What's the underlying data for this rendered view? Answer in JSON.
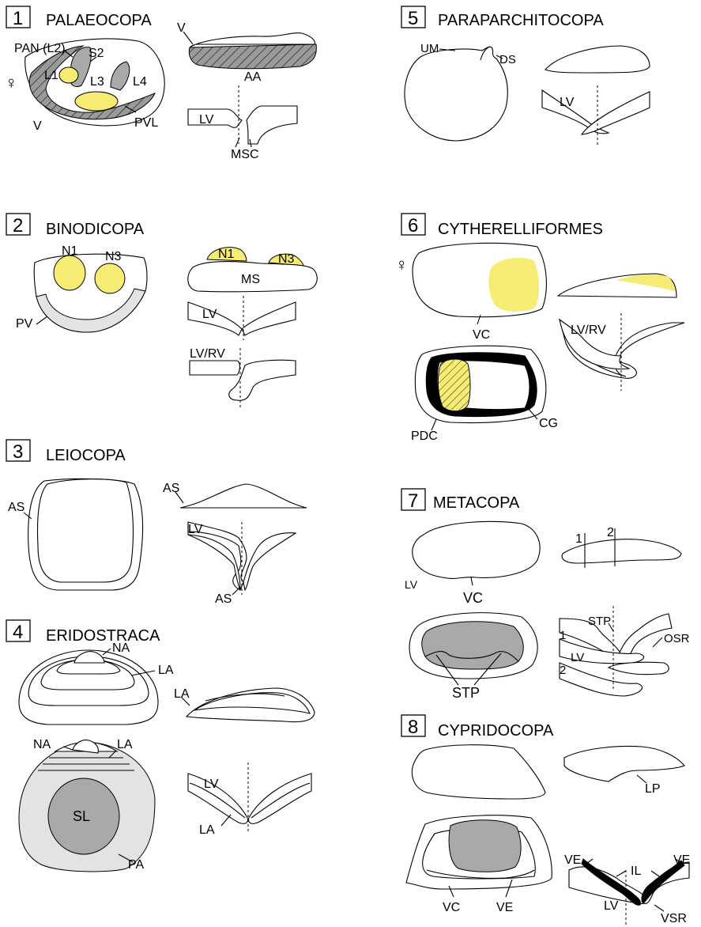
{
  "panels": [
    {
      "number": "1",
      "name": "PALAEOCOPA"
    },
    {
      "number": "2",
      "name": "BINODICOPA"
    },
    {
      "number": "3",
      "name": "LEIOCOPA"
    },
    {
      "number": "4",
      "name": "ERIDOSTRACA"
    },
    {
      "number": "5",
      "name": "PARAPARCHITOCOPA"
    },
    {
      "number": "6",
      "name": "CYTHERELLIFORMES"
    },
    {
      "number": "7",
      "name": "METACOPA"
    },
    {
      "number": "8",
      "name": "CYPRIDOCOPA"
    }
  ],
  "labels": {
    "p1": {
      "pan": "PAN (L2)",
      "s2": "S2",
      "l1": "L1",
      "l3": "L3",
      "l4": "L4",
      "female": "♀",
      "v": "V",
      "pvl": "PVL",
      "v_top": "V",
      "aa": "AA",
      "lv": "LV",
      "msc": "MSC"
    },
    "p2": {
      "n1": "N1",
      "n3": "N3",
      "pv": "PV",
      "n1b": "N1",
      "n3b": "N3",
      "ms": "MS",
      "lv": "LV",
      "lvrv": "LV/RV"
    },
    "p3": {
      "as_left": "AS",
      "as_top": "AS",
      "lv": "LV",
      "as_bottom": "AS"
    },
    "p4": {
      "na": "NA",
      "la": "LA",
      "la_side": "LA",
      "na2": "NA",
      "la2": "LA",
      "sl": "SL",
      "pa": "PA",
      "lv": "LV",
      "la3": "LA"
    },
    "p5": {
      "um": "UM",
      "ds": "DS",
      "lv": "LV"
    },
    "p6": {
      "female": "♀",
      "vc": "VC",
      "lvrv": "LV/RV",
      "pdc": "PDC",
      "cg": "CG"
    },
    "p7": {
      "lv": "LV",
      "vc": "VC",
      "one": "1",
      "two": "2",
      "stp": "STP",
      "stp2": "STP",
      "osr": "OSR",
      "one_b": "1",
      "lv_b": "LV",
      "two_b": "2"
    },
    "p8": {
      "lp": "LP",
      "ve_l": "VE",
      "il": "IL",
      "ve_r": "VE",
      "lv": "LV",
      "vsr": "VSR",
      "vc": "VC",
      "ve_b": "VE"
    }
  },
  "colors": {
    "yellow": "#f7ec73",
    "grey": "#a9a9a9",
    "light_grey": "#e3e3e3",
    "outline": "#000000"
  }
}
